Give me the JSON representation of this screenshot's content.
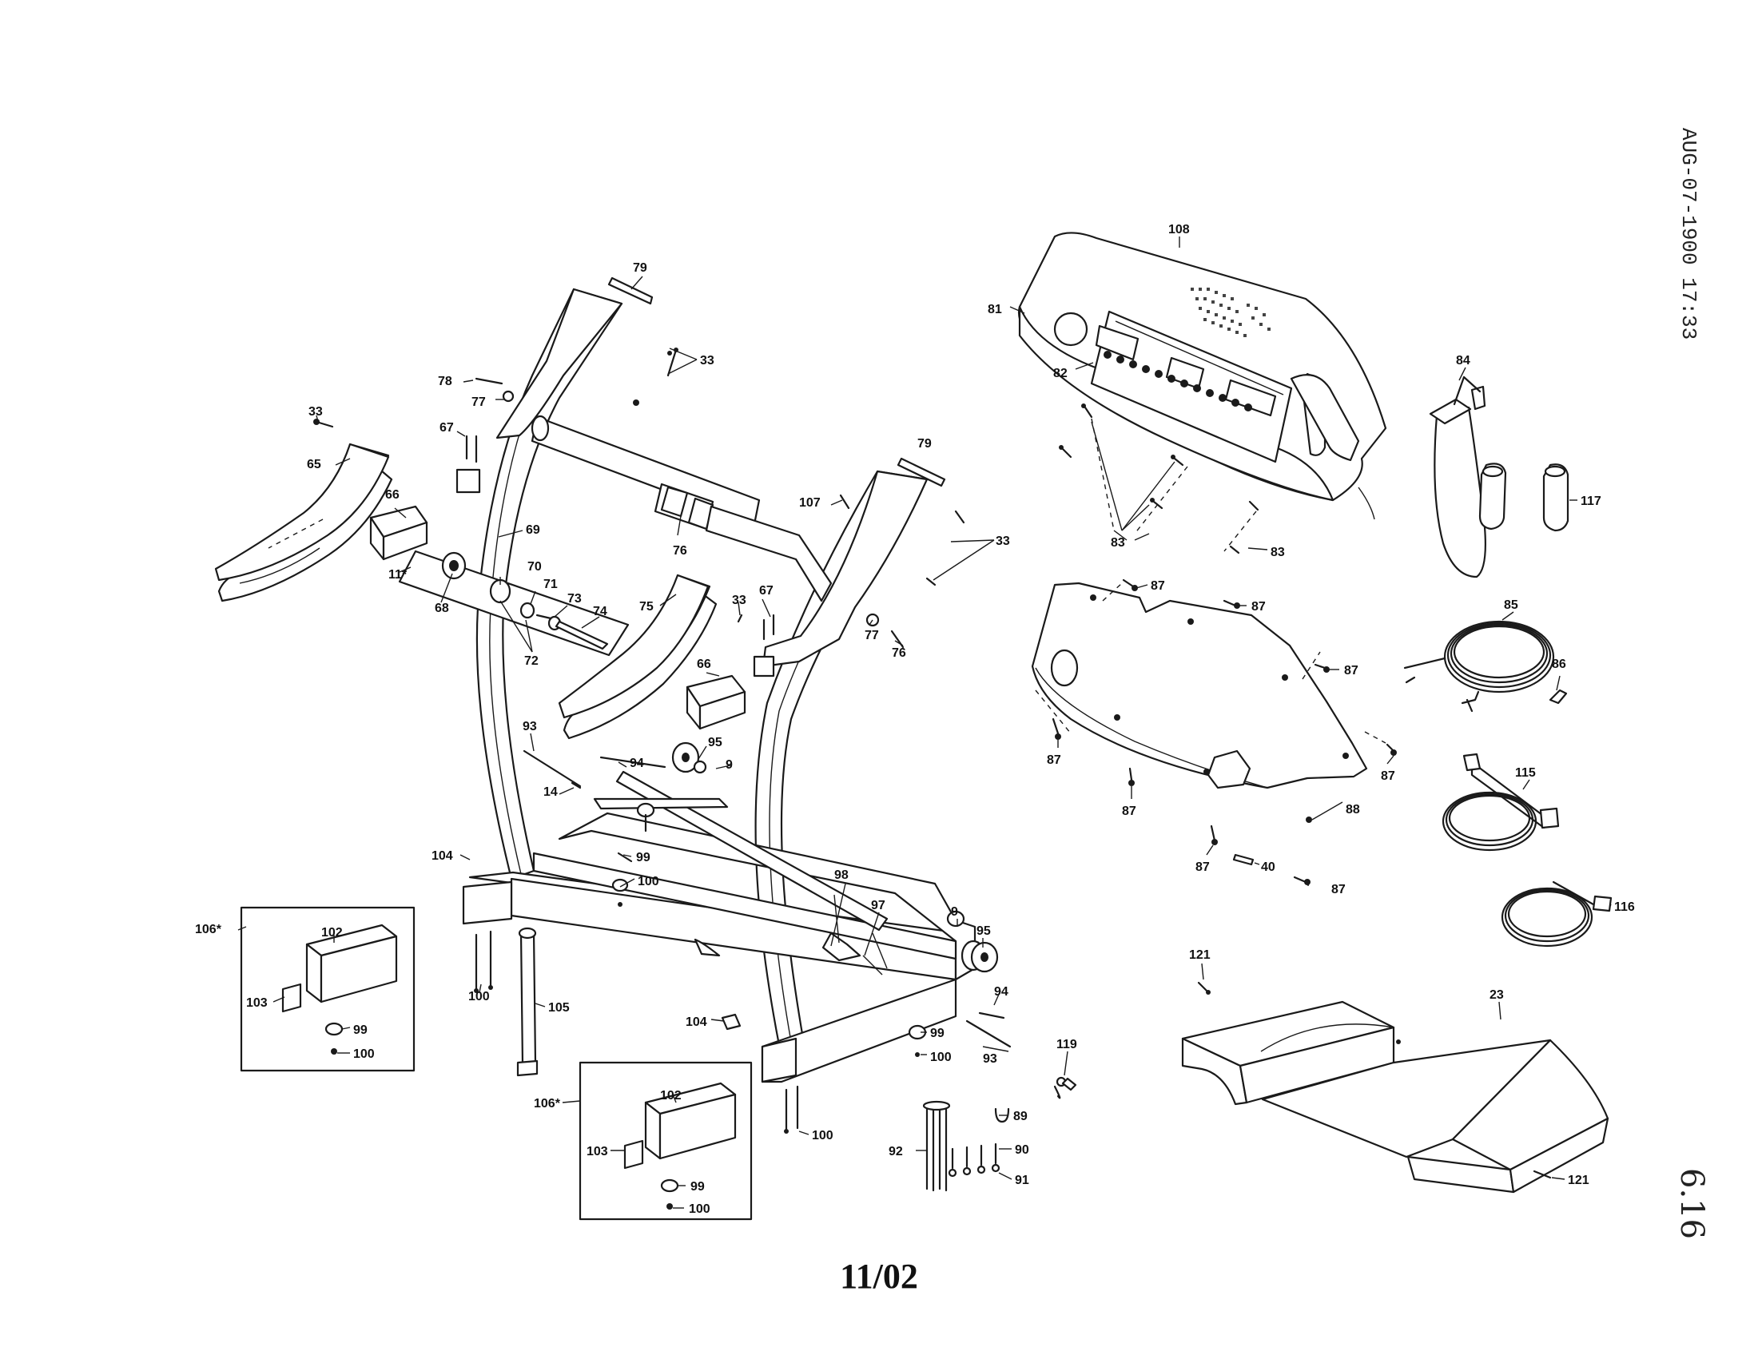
{
  "footer": {
    "date_code": "11/02"
  },
  "stamp": {
    "fax_header": "AUG-07-1900 17:33"
  },
  "page_marker": {
    "text": "6.16"
  },
  "callouts": {
    "c79a": "79",
    "c33a": "33",
    "c78": "78",
    "c77a": "77",
    "c33b": "33",
    "c65": "65",
    "c67a": "67",
    "c66a": "66",
    "c69": "69",
    "c76a": "76",
    "c11": "11*",
    "c68": "68",
    "c70": "70",
    "c71": "71",
    "c73": "73",
    "c74": "74",
    "c72": "72",
    "c75": "75",
    "c33c": "33",
    "c67b": "67",
    "c79b": "79",
    "c107": "107",
    "c33d": "33",
    "c77b": "77",
    "c76b": "76",
    "c66b": "66",
    "c93a": "93",
    "c94a": "94",
    "c95a": "95",
    "c9a": "9",
    "c14": "14",
    "c104a": "104",
    "c99a": "99",
    "c100a": "100",
    "c106a": "106*",
    "c102a": "102",
    "c103a": "103",
    "c99b": "99",
    "c100b": "100",
    "c100c": "100",
    "c105": "105",
    "c98": "98",
    "c97": "97",
    "c9b": "9",
    "c95b": "95",
    "c94b": "94",
    "c104b": "104",
    "c99c": "99",
    "c100d": "100",
    "c93b": "93",
    "c106b": "106*",
    "c102b": "102",
    "c103b": "103",
    "c99d": "99",
    "c100e": "100",
    "c100f": "100",
    "c92": "92",
    "c89": "89",
    "c90": "90",
    "c91": "91",
    "c119": "119",
    "c108": "108",
    "c81": "81",
    "c82": "82",
    "c83a": "83",
    "c83b": "83",
    "c84": "84",
    "c117": "117",
    "c87a": "87",
    "c87b": "87",
    "c87c": "87",
    "c87d": "87",
    "c87e": "87",
    "c87f": "87",
    "c87g": "87",
    "c87h": "87",
    "c88": "88",
    "c40": "40",
    "c85": "85",
    "c86": "86",
    "c115": "115",
    "c116": "116",
    "c121a": "121",
    "c23": "23",
    "c121b": "121"
  }
}
